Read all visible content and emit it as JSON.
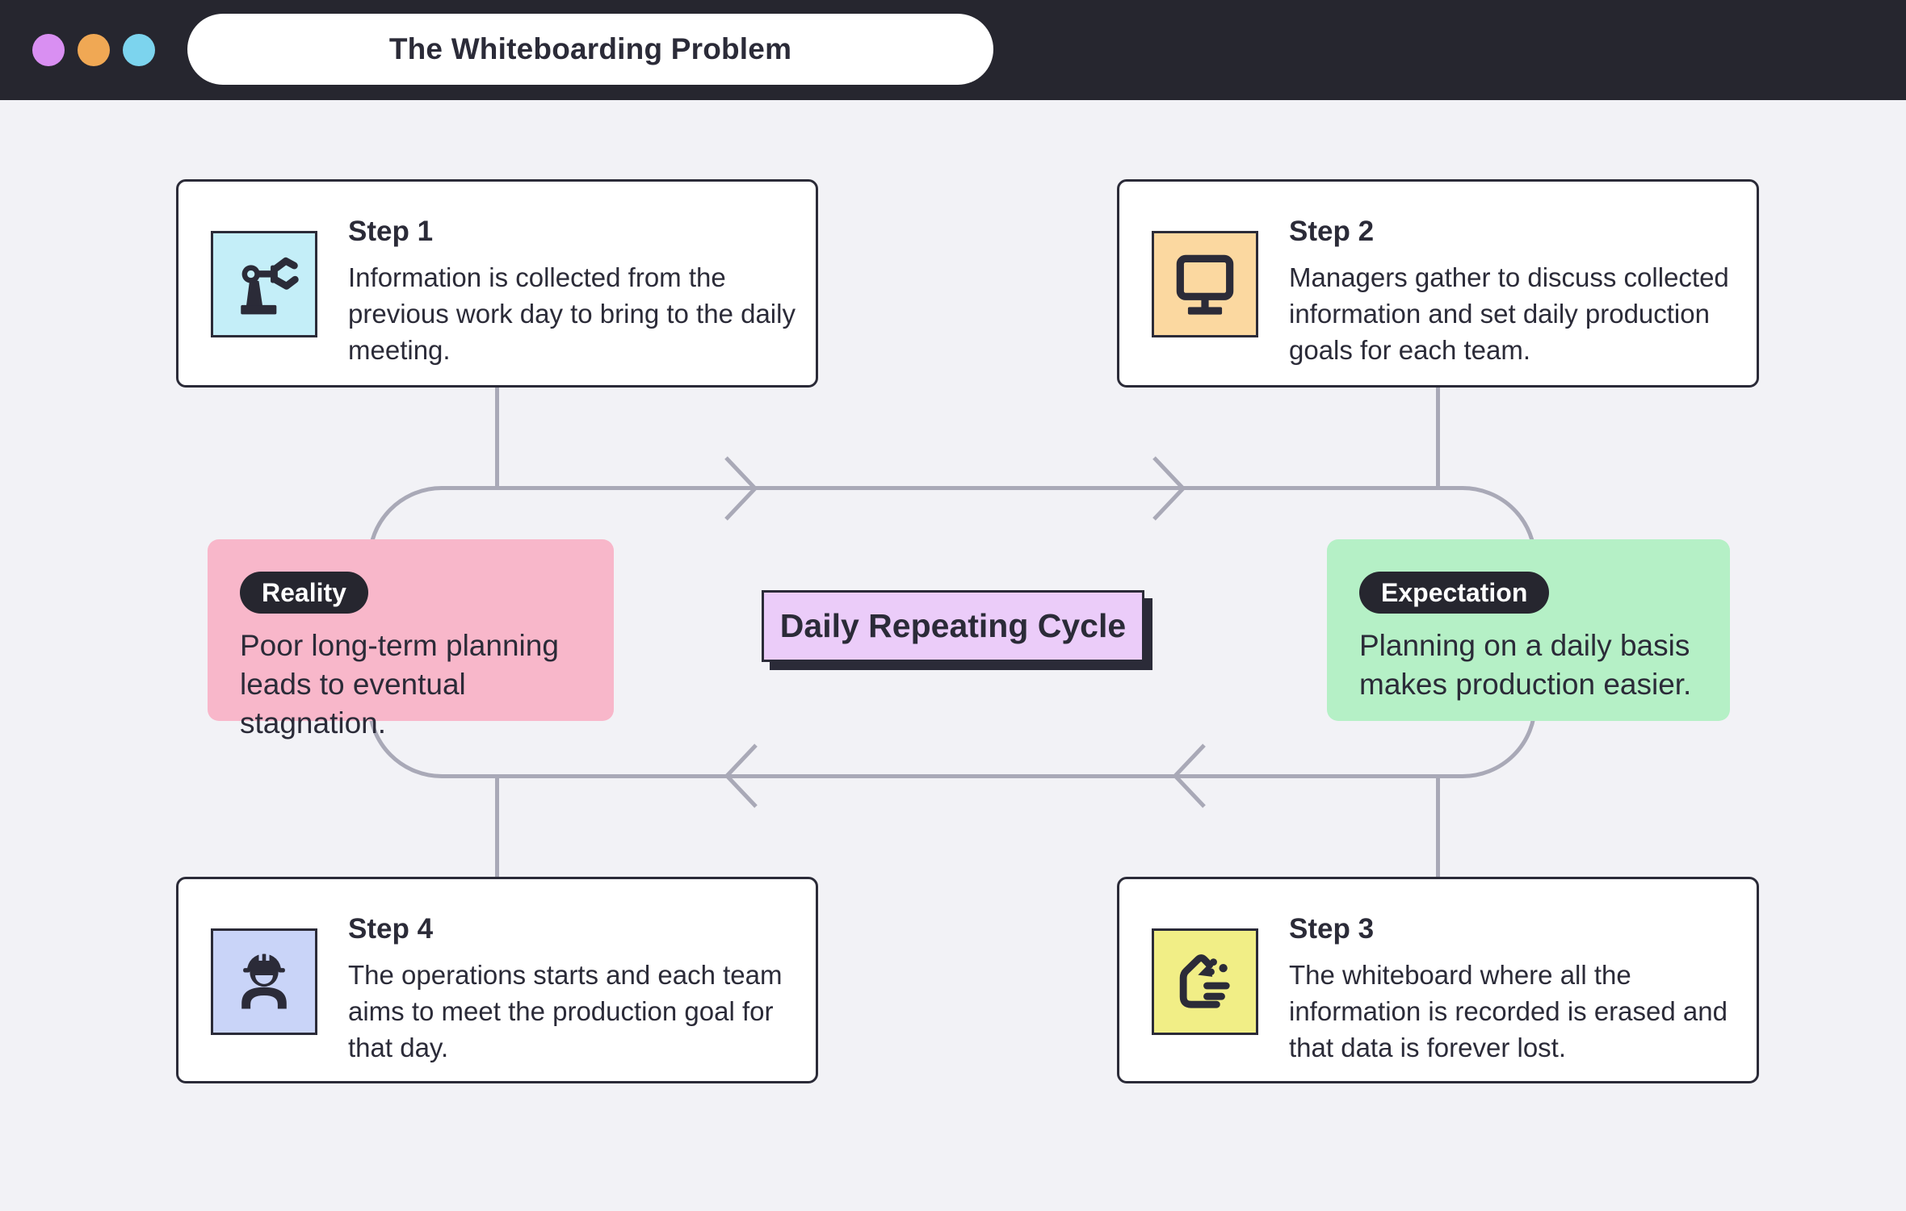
{
  "topbar": {
    "title": "The Whiteboarding Problem",
    "dots": {
      "purple": "#d98ff2",
      "orange": "#f0a854",
      "blue": "#7cd4ee"
    }
  },
  "steps": [
    {
      "title": "Step 1",
      "icon": "robot-arm-icon",
      "tile_color": "#c4eef8",
      "lines": [
        "Information is collected from the",
        "previous work day to bring to the daily",
        "meeting."
      ]
    },
    {
      "title": "Step 2",
      "icon": "monitor-icon",
      "tile_color": "#fbd8a0",
      "lines": [
        "Managers gather to discuss collected",
        "information and set daily production",
        "goals for each team."
      ]
    },
    {
      "title": "Step 3",
      "icon": "eraser-icon",
      "tile_color": "#f1ee86",
      "lines": [
        "The whiteboard where all the",
        "information is recorded is erased and",
        "that data is forever lost."
      ]
    },
    {
      "title": "Step 4",
      "icon": "worker-icon",
      "tile_color": "#c9d4f8",
      "lines": [
        "The operations starts and each team",
        "aims to meet the production goal for",
        "that day."
      ]
    }
  ],
  "callouts": {
    "reality": {
      "badge": "Reality",
      "bg": "#f8b7ca",
      "lines": [
        "Poor long-term planning",
        "leads to eventual stagnation."
      ]
    },
    "expectation": {
      "badge": "Expectation",
      "bg": "#b5f0c6",
      "lines": [
        "Planning on a daily basis",
        "makes production easier."
      ]
    }
  },
  "center": {
    "label": "Daily Repeating Cycle",
    "bg": "#ebccf9"
  },
  "colors": {
    "background": "#f2f2f6",
    "topbar": "#26262f",
    "ink": "#2b2b38",
    "card_border": "#2b2b38",
    "cycle_line": "#a9a9b7",
    "badge_bg": "#26262f",
    "badge_text": "#ffffff"
  }
}
